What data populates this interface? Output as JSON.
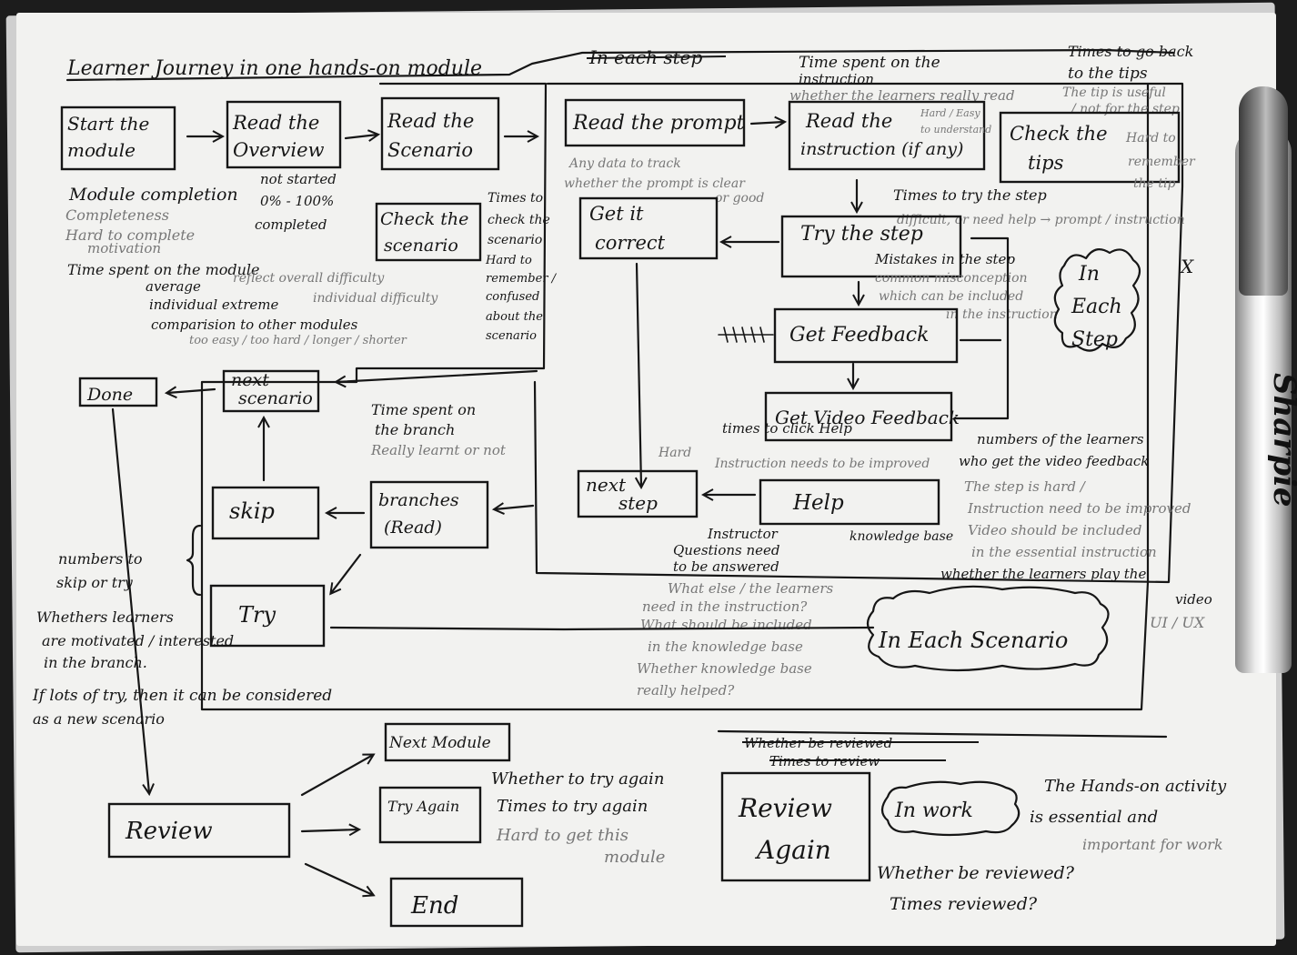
{
  "title": "Learner Journey in one hands-on module",
  "in_each_step_crossed": "In each step",
  "marker_brand": "Sharpie",
  "boxes": {
    "start": [
      "Start the",
      "module"
    ],
    "overview": [
      "Read the",
      "Overview"
    ],
    "scenario": [
      "Read the",
      "Scenario"
    ],
    "check_scenario": [
      "Check the",
      "scenario"
    ],
    "read_prompt": "Read the prompt",
    "read_instruction": [
      "Read the",
      "instruction (if any)"
    ],
    "check_tips": [
      "Check the",
      "tips"
    ],
    "get_it_correct": [
      "Get it",
      "correct"
    ],
    "try_step": "Try the step",
    "get_feedback": "Get Feedback",
    "video_feedback": "Get Video Feedback",
    "help": "Help",
    "next_step": [
      "next",
      "step"
    ],
    "done": "Done",
    "next_scenario": [
      "next",
      "scenario"
    ],
    "branches": [
      "branches",
      "(Read)"
    ],
    "skip": "skip",
    "try": "Try",
    "review": "Review",
    "next_module": "Next Module",
    "try_again": "Try Again",
    "end": "End",
    "review_again": [
      "Review",
      "Again"
    ]
  },
  "clouds": {
    "in_each_step": [
      "In",
      "Each",
      "Step"
    ],
    "in_each_scenario": "In Each Scenario",
    "in_work": "In work"
  },
  "notes": {
    "module_completion": "Module completion",
    "completeness": "Completeness",
    "hard_to_complete": "Hard to complete",
    "motivation": "motivation",
    "not_started": "not started",
    "percent_range": "0% - 100%",
    "completed": "completed",
    "time_spent_module": "Time spent on the module",
    "average": "average",
    "reflect_overall": "reflect overall difficulty",
    "individual_extreme": "individual extreme",
    "individual_difficulty": "individual difficulty",
    "comparison": "comparision to other modules",
    "too_easy": "too easy / too hard / longer / shorter",
    "times_check_scenario": [
      "Times to",
      "check the",
      "scenario"
    ],
    "hard_to_remember": [
      "Hard to",
      "remember /",
      "confused",
      "about the",
      "scenario"
    ],
    "any_data_track": "Any data to track",
    "whether_prompt": "whether the prompt is clear",
    "or_good": "or good",
    "time_spent_instruction": [
      "Time spent on the",
      "instruction"
    ],
    "whether_read": "whether the learners really read",
    "hard_easy": [
      "Hard / Easy",
      "to understand"
    ],
    "times_back_tips": [
      "Times to go back",
      "to the tips"
    ],
    "tip_useful": [
      "The tip is useful",
      "/ not for the step"
    ],
    "hard_remember_tip": [
      "Hard to",
      "remember",
      "the tip"
    ],
    "times_try_step": "Times to try the step",
    "difficult_help": "difficult, or need help → prompt / instruction",
    "mistakes_step": "Mistakes in the step",
    "common_misconception": "common misconception",
    "which_included": "which can be included",
    "in_instruction": "in the instruction",
    "x_mark": "X",
    "time_spent_branch": [
      "Time spent on",
      "the branch"
    ],
    "really_learnt": "Really learnt or not",
    "hard": "Hard",
    "times_click_help": "times to click Help",
    "instruction_improved": "Instruction needs to be improved",
    "numbers_video": [
      "numbers of the learners",
      "who get the video feedback"
    ],
    "step_hard": [
      "The step is hard /",
      "Instruction need to be improved",
      "Video should be included",
      "in the essential instruction"
    ],
    "whether_play_video": [
      "whether the learners play the",
      "video"
    ],
    "ui_ux": "UI / UX",
    "knowledge_base": "knowledge base",
    "instructor_questions": [
      "Instructor",
      "Questions need",
      "to be answered"
    ],
    "what_else": [
      "What else / the learners",
      "need in the instruction?",
      "What should be included",
      "in the knowledge base",
      "Whether knowledge base",
      "really helped?"
    ],
    "numbers_skip": [
      "numbers to",
      "skip or try"
    ],
    "whether_motivated": [
      "Whethers learners",
      "are motivated / interested",
      "in the branch."
    ],
    "if_lots": [
      "If lots of try, then it can be considered",
      "as a new scenario"
    ],
    "whether_try_again": [
      "Whether to try again",
      "Times to try again",
      "Hard to get this",
      "module"
    ],
    "whether_reviewed_crossed": [
      "Whether be reviewed",
      "Times to review"
    ],
    "hands_on": [
      "The Hands-on activity",
      "is essential and",
      "important for work"
    ],
    "whether_be_reviewed": "Whether be reviewed?",
    "times_reviewed": "Times reviewed?"
  }
}
